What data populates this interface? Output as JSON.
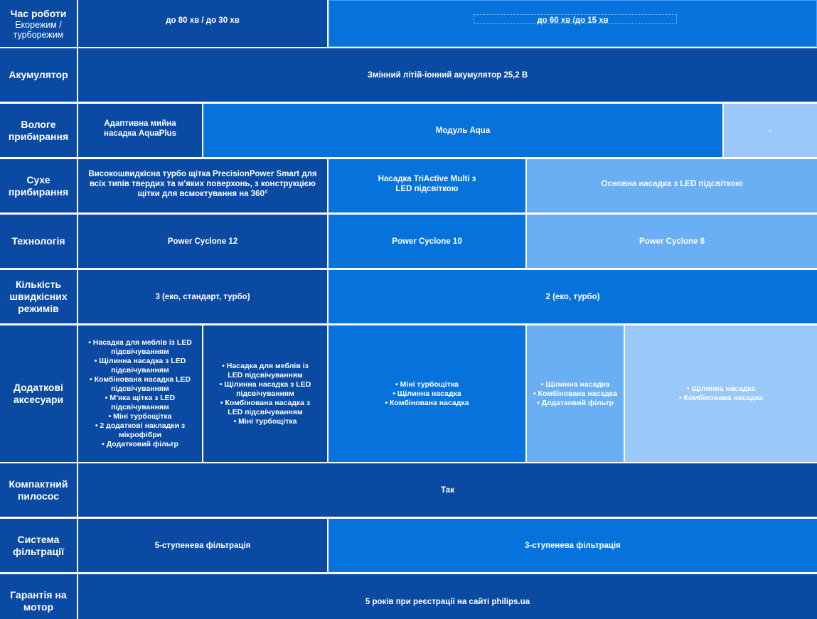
{
  "colors": {
    "dark": "#0b4aa2",
    "mid": "#0673dc",
    "light": "#6aaef3",
    "pale": "#9ac8f8"
  },
  "rows": {
    "runtime": {
      "label": "Час роботи",
      "sublabel": "Екорежим / турборежим",
      "col1": "до 80 хв / до 30 хв",
      "col2": "до 60 хв /до 15 хв"
    },
    "battery": {
      "label": "Акумулятор",
      "value": "Змінний літій-іонний акумулятор 25,2 В"
    },
    "wet": {
      "label": "Вологе прибирання",
      "col1": "Адаптивна мийна насадка AquaPlus",
      "col2": "Модуль Aqua",
      "col3": "-"
    },
    "dry": {
      "label": "Сухе прибирання",
      "col1": "Високошвидкісна турбо щітка PrecisionPower Smart для всіх типів твердих та м'яких поверхонь, з конструкцією щітки для всмоктування на 360°",
      "col2": "Насадка TriActive Multi з LED підсвіткою",
      "col3": "Основна насадка з LED підсвіткою"
    },
    "tech": {
      "label": "Технологія",
      "col1": "Power Cyclone 12",
      "col2": "Power Cyclone 10",
      "col3": "Power Cyclone 8"
    },
    "speeds": {
      "label": "Кількість швидкісних режимів",
      "col1": "3 (еко, стандарт, турбо)",
      "col2": "2 (еко, турбо)"
    },
    "accessories": {
      "label": "Додаткові аксесуари",
      "col1": [
        "Насадка для меблів із LED підсвічуванням",
        "Щілинна насадка з LED підсвічуванням",
        "Комбінована насадка LED підсвічуванням",
        "М’яка щітка з LED підсвічуванням",
        "Міні турбощітка",
        "2 додаткові накладки з мікрофібри",
        "Додатковий фільтр"
      ],
      "col2": [
        "Насадка для меблів із LED підсвічуванням",
        "Щілинна насадка з LED підсвічуванням",
        "Комбінована насадка з LED підсвічуванням",
        "Міні турбощітка"
      ],
      "col3": [
        "Міні турбощітка",
        "Щілинна насадка",
        "Комбінована насадка"
      ],
      "col4": [
        "Щілинна насадка",
        "Комбінована насадка",
        "Додатковий фільтр"
      ],
      "col5": [
        "Щілинна насадка",
        "Комбінована насадка"
      ]
    },
    "compact": {
      "label": "Компактний пилосос",
      "value": "Так"
    },
    "filtration": {
      "label": "Система фільтрації",
      "col1": "5-ступенева фільтрація",
      "col2": "3-ступенева фільтрація"
    },
    "warranty": {
      "label": "Гарантія на мотор",
      "value": "5 років при реєстрації на сайті philips.ua"
    }
  }
}
